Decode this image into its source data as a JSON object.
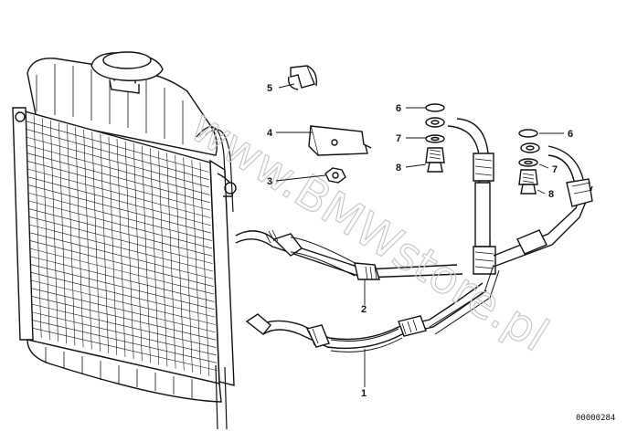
{
  "watermark": "www.BMWstore.pl",
  "document_number": "00000284",
  "callouts": [
    {
      "label": "1",
      "part": "hose-line-lower"
    },
    {
      "label": "2",
      "part": "hose-line-upper"
    },
    {
      "label": "3",
      "part": "hex-nut"
    },
    {
      "label": "4",
      "part": "holder-bracket"
    },
    {
      "label": "5",
      "part": "hose-clip"
    },
    {
      "label": "6",
      "part": "seal-ring"
    },
    {
      "label": "7",
      "part": "washer"
    },
    {
      "label": "8",
      "part": "banjo-bolt"
    },
    {
      "label": "6",
      "part": "seal-ring"
    },
    {
      "label": "7",
      "part": "washer"
    },
    {
      "label": "8",
      "part": "banjo-bolt"
    }
  ]
}
